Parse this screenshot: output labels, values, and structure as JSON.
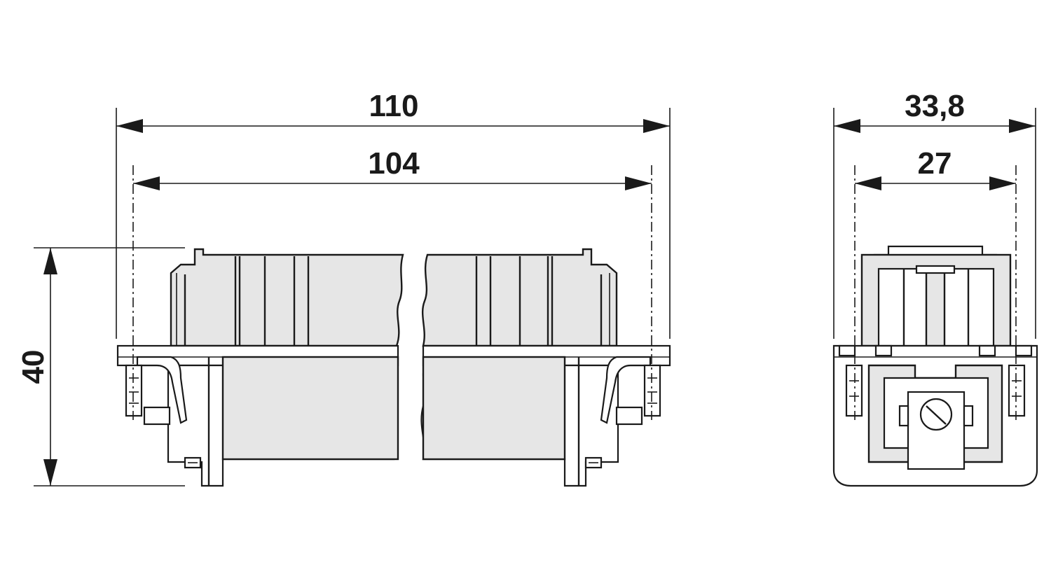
{
  "dimensions": {
    "overall_length": "110",
    "pitch_length": "104",
    "height": "40",
    "overall_width": "33,8",
    "pitch_width": "27"
  },
  "colors": {
    "line": "#1a1a1a",
    "body_fill": "#e6e6e6",
    "background": "#ffffff"
  }
}
